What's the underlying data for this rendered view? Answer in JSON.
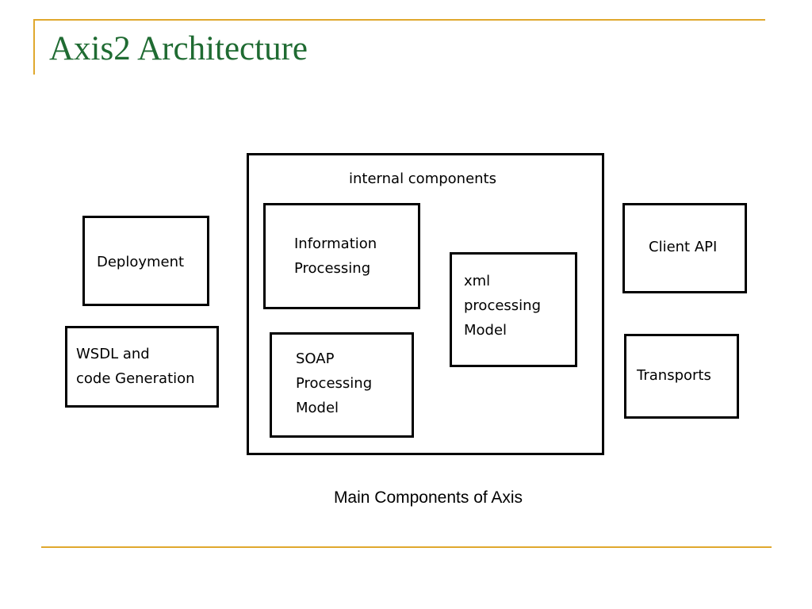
{
  "slide": {
    "title": "Axis2 Architecture",
    "caption": "Main Components of Axis",
    "accent_color": "#e0a82e",
    "title_color": "#1f6b32"
  },
  "diagram": {
    "internal_container_label": "internal components",
    "boxes": {
      "deployment": "Deployment",
      "wsdl": "WSDL and\ncode Generation",
      "information_processing": "Information\nProcessing",
      "soap_processing": "SOAP\nProcessing\nModel",
      "xml_processing": "xml\nprocessing\nModel",
      "client_api": "Client API",
      "transports": "Transports"
    }
  }
}
